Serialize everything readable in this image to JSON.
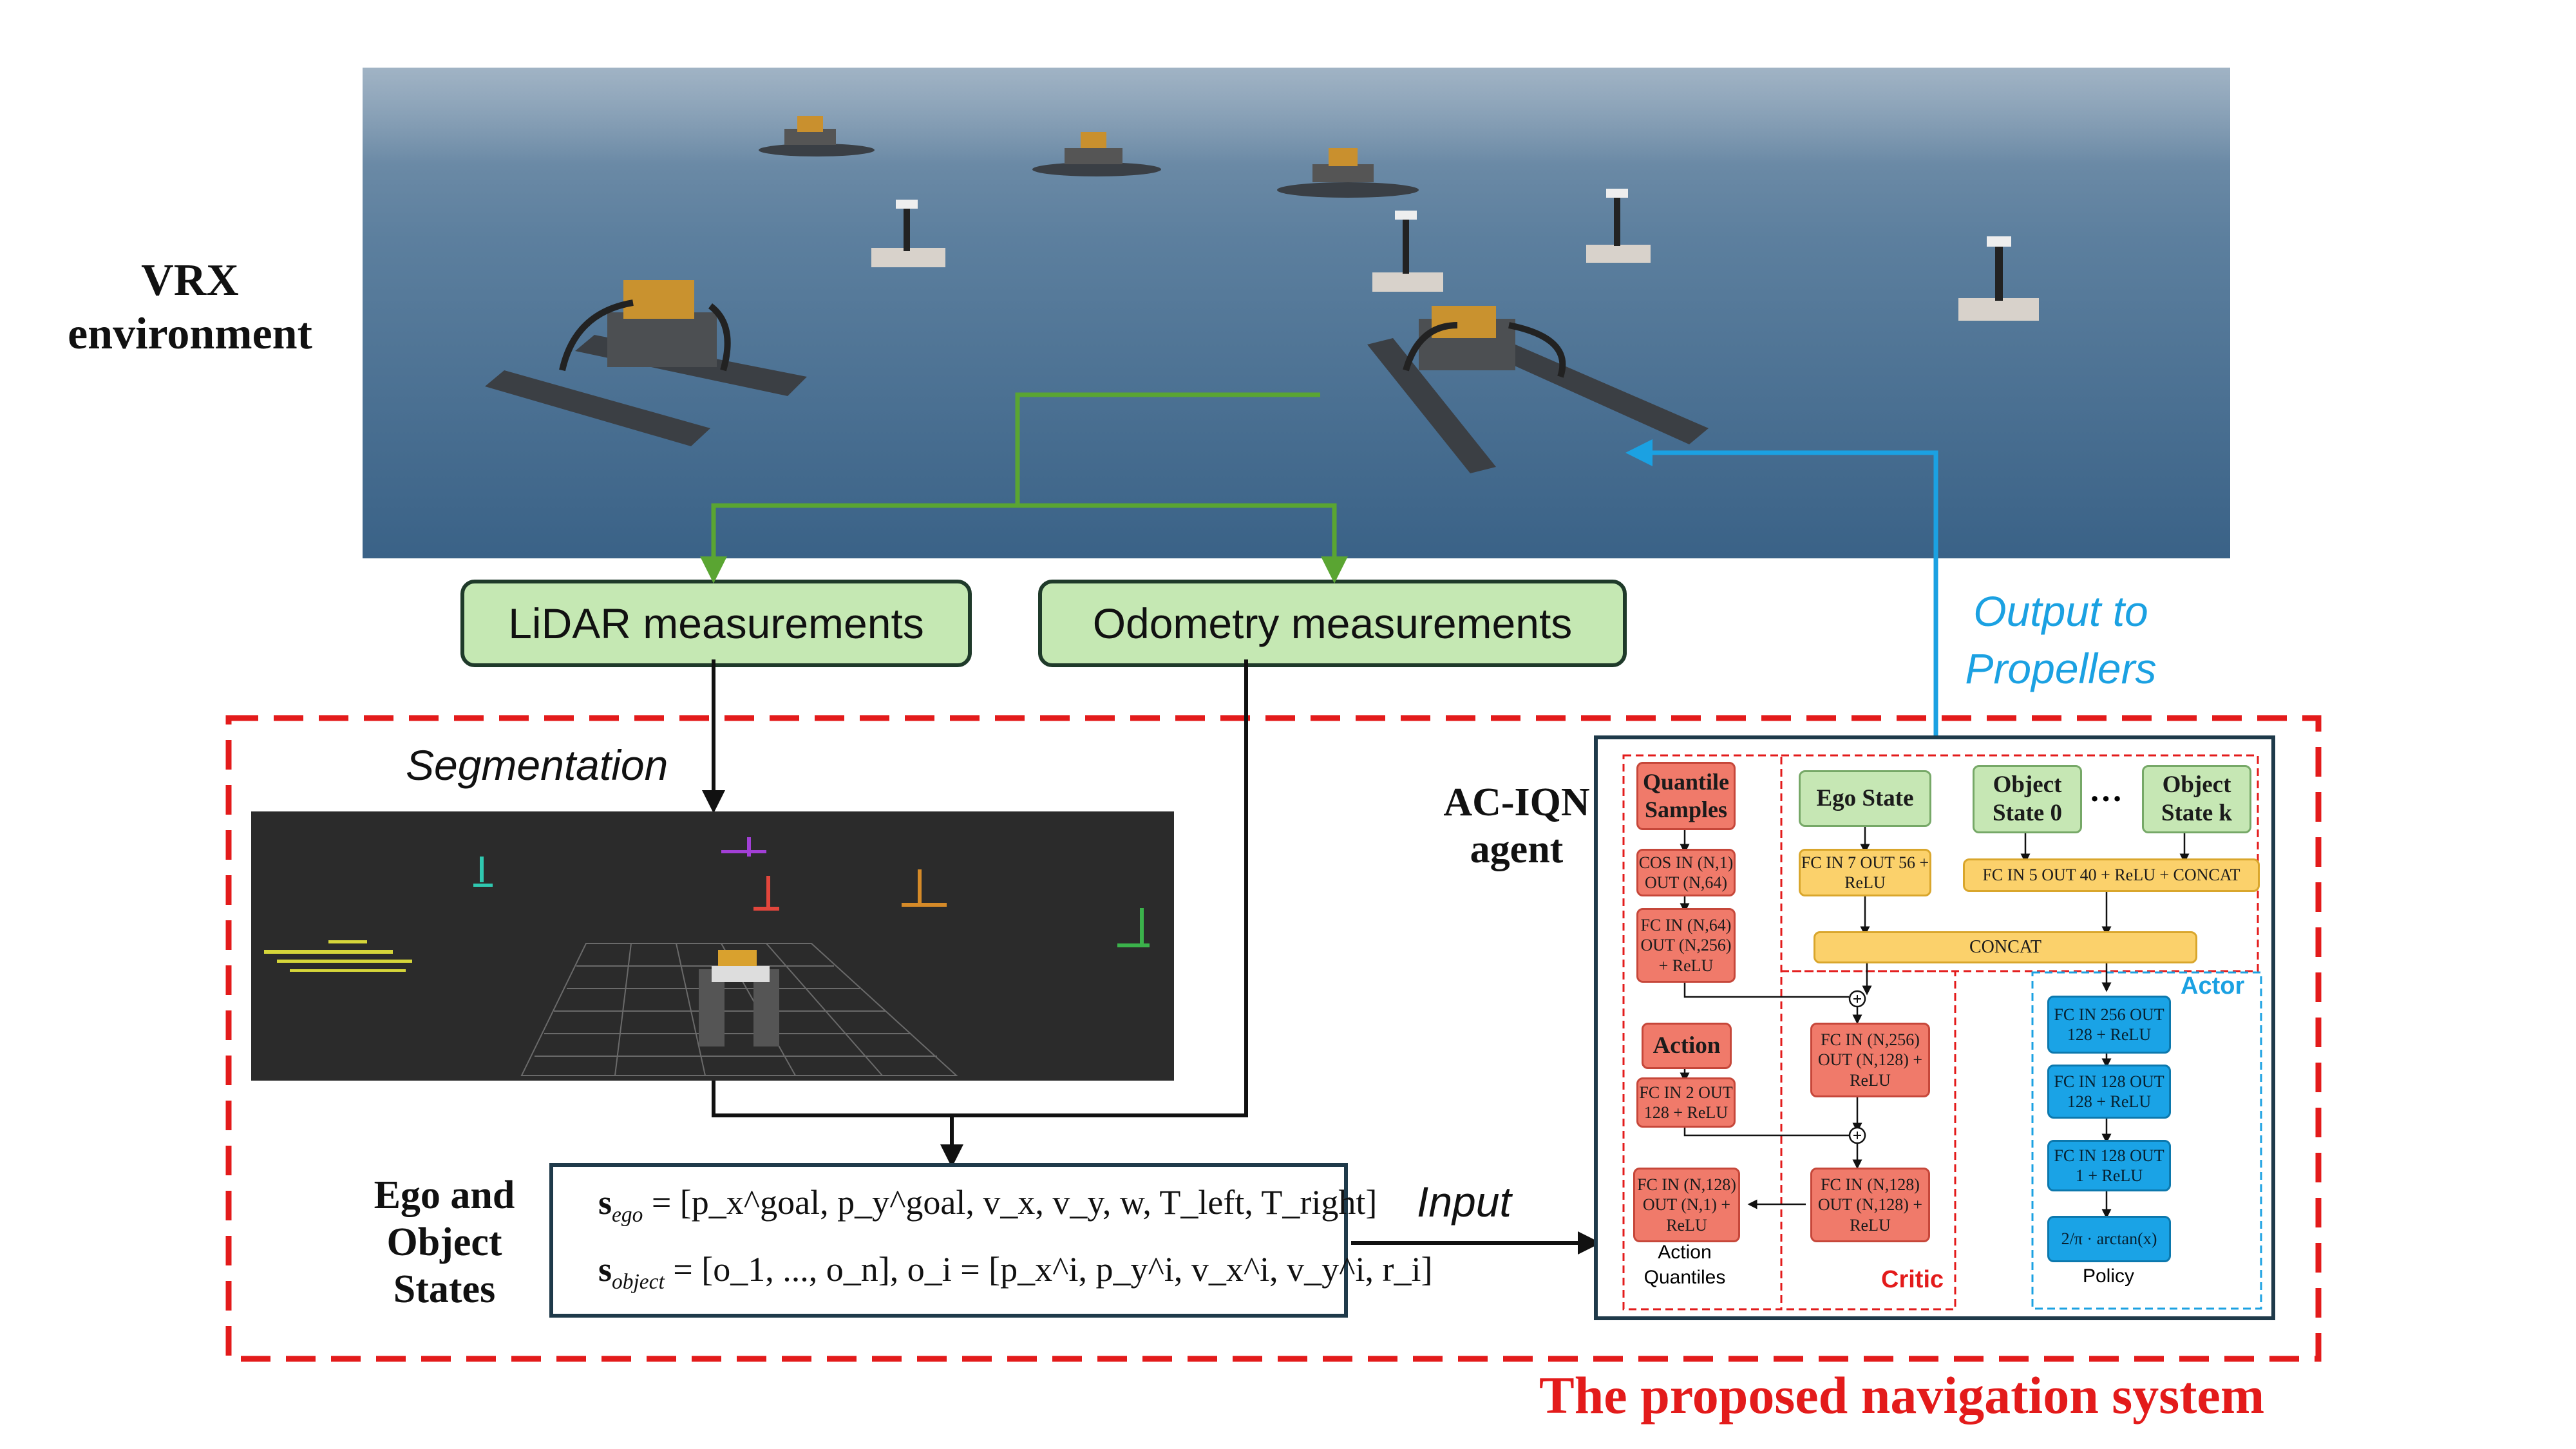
{
  "labels": {
    "vrx": "VRX environment",
    "agent": "AC-IQN agent",
    "states": "Ego and Object States",
    "segmentation": "Segmentation",
    "input": "Input",
    "output": "Output to Propellers",
    "system": "The proposed navigation system"
  },
  "sensors": {
    "lidar": "LiDAR measurements",
    "odometry": "Odometry measurements"
  },
  "equations": {
    "ego_lhs": "s",
    "ego_lhs_sub": "ego",
    "ego_rhs": "= [p_x^goal, p_y^goal, v_x, v_y, w, T_left, T_right]",
    "object_lhs": "s",
    "object_lhs_sub": "object",
    "object_rhs": "= [o_1, ..., o_n],  o_i = [p_x^i, p_y^i, v_x^i, v_y^i, r_i]"
  },
  "network": {
    "quantile_samples": "Quantile Samples",
    "cos_layer": "COS IN (N,1) OUT (N,64)",
    "fc_64_256": "FC IN (N,64) OUT (N,256) + ReLU",
    "ego_state": "Ego State",
    "object_state_0": "Object State 0",
    "dots": "…",
    "object_state_k": "Object State k",
    "fc_7_56": "FC IN 7 OUT 56 + ReLU",
    "fc_5_40": "FC IN 5 OUT 40 + ReLU + CONCAT",
    "concat": "CONCAT",
    "action": "Action",
    "fc_2_128": "FC IN 2 OUT 128 + ReLU",
    "fc_256_128_critic": "FC IN (N,256) OUT (N,128) + ReLU",
    "fc_128_1": "FC IN (N,128) OUT (N,1) + ReLU",
    "fc_128_128_critic": "FC IN (N,128) OUT (N,128) + ReLU",
    "action_quantiles": "Action Quantiles",
    "critic": "Critic",
    "actor": "Actor",
    "fc_256_128_actor": "FC IN 256 OUT 128 + ReLU",
    "fc_128_128_actor": "FC IN 128 OUT 128 + ReLU",
    "fc_128_1_actor": "FC IN 128 OUT 1 + ReLU",
    "policy_fn": "2/π · arctan(x)",
    "policy": "Policy"
  },
  "colors": {
    "sea_top": "#6f8fab",
    "sea_bottom": "#3c6487",
    "green_arrow": "#5aa532",
    "blue_arrow": "#1ba1e2",
    "red_dash": "#e31b1b",
    "critic_red": "#f07a6a",
    "concat_yellow": "#fbd16b",
    "actor_blue": "#1aa3e6"
  }
}
